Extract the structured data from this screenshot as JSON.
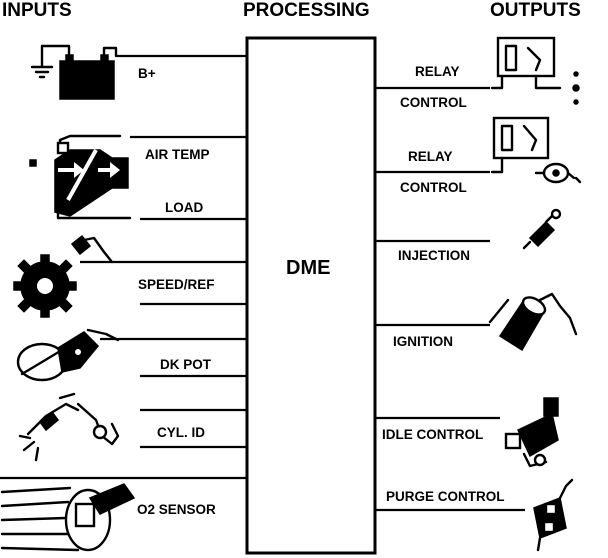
{
  "headers": {
    "inputs": "INPUTS",
    "processing": "PROCESSING",
    "outputs": "OUTPUTS"
  },
  "processor": {
    "label": "DME"
  },
  "inputs": [
    {
      "label": "B+",
      "icon": "battery-icon"
    },
    {
      "label": "AIR TEMP",
      "icon": "airflow-meter-icon"
    },
    {
      "label": "LOAD",
      "icon": "airflow-meter-icon"
    },
    {
      "label": "SPEED/REF",
      "icon": "speed-sensor-icon"
    },
    {
      "label": "DK POT",
      "icon": "throttle-potentiometer-icon"
    },
    {
      "label": "CYL. ID",
      "icon": "cylinder-id-sensor-icon"
    },
    {
      "label": "O2 SENSOR",
      "icon": "oxygen-sensor-icon"
    }
  ],
  "outputs": [
    {
      "label": "RELAY",
      "icon": "relay-icon"
    },
    {
      "label": "CONTROL",
      "icon": "relay-icon"
    },
    {
      "label": "RELAY",
      "icon": "relay-icon"
    },
    {
      "label": "CONTROL",
      "icon": "fuel-pump-icon"
    },
    {
      "label": "INJECTION",
      "icon": "injector-icon"
    },
    {
      "label": "IGNITION",
      "icon": "ignition-coil-icon"
    },
    {
      "label": "IDLE CONTROL",
      "icon": "idle-valve-icon"
    },
    {
      "label": "PURGE CONTROL",
      "icon": "purge-valve-icon"
    }
  ]
}
